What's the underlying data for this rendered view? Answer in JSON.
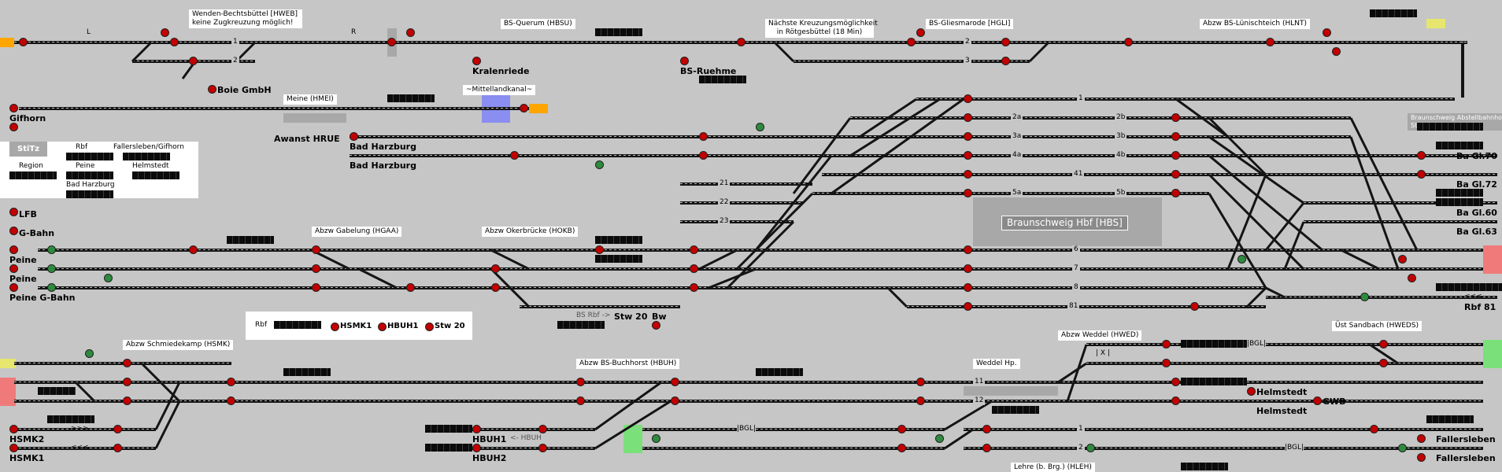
{
  "titles": {
    "hweb": "Wenden-Bechtsbüttel [HWEB]\nkeine Zugkreuzung möglich!",
    "bs_querum": "BS-Querum (HBSU)",
    "kreuzung": "Nächste Kreuzungsmöglichkeit\nin Rötgesbüttel (18 Min)",
    "bs_gliesmarode": "BS-Gliesmarode [HGLI]",
    "lunischteich": "Abzw BS-Lünischteich (HLNT)",
    "meine": "Meine (HMEI)",
    "mittellandkanal": "~Mittellandkanal~",
    "hbf": "Braunschweig Hbf [HBS]",
    "gabelung": "Abzw Gabelung (HGAA)",
    "okerbruecke": "Abzw Okerbrücke (HOKB)",
    "schmiedekamp": "Abzw Schmiedekamp (HSMK)",
    "buchhorst": "Abzw BS-Buchhorst (HBUH)",
    "weddel": "Abzw Weddel (HWED)",
    "sandbach": "Üst Sandbach (HWEDS)",
    "weddel_hp": "Weddel Hp.",
    "lehre": "Lehre (b. Brg.) (HLEH)",
    "bs_bw": "Braunschweig Abstellbahnhof\nStellwerk Bo"
  },
  "stations": {
    "boie": "Boie GmbH",
    "kralenriede": "Kralenriede",
    "bs_ruehme": "BS-Ruehme",
    "gifhorn": "Gifhorn",
    "awanst": "Awanst HRUE",
    "bad_harzburg_1": "Bad Harzburg",
    "bad_harzburg_2": "Bad Harzburg",
    "lfb": "LFB",
    "g_bahn": "G-Bahn",
    "peine_1": "Peine",
    "peine_2": "Peine",
    "peine_g": "Peine G-Bahn",
    "stw20": "Stw 20",
    "bw": "Bw",
    "hsmk2": "HSMK2",
    "hsmk1": "HSMK1",
    "hbuh1": "HBUH1",
    "hbuh2": "HBUH2",
    "helmstedt_1": "Helmstedt",
    "helmstedt_2": "Helmstedt",
    "gwb": "GWB",
    "fallersleben_1": "Fallersleben",
    "fallersleben_2": "Fallersleben",
    "gl70": "Ba Gl.70",
    "gl72": "Ba Gl.72",
    "gl60": "Ba Gl.60",
    "gl63": "Ba Gl.63",
    "rbf81": "Rbf 81"
  },
  "tracks": {
    "t1_top": "1",
    "t2_top": "2",
    "t2_gli": "2",
    "t3_gli": "3",
    "hbf1": "1",
    "hbf2a": "2a",
    "hbf2b": "2b",
    "hbf3a": "3a",
    "hbf3b": "3b",
    "hbf4a": "4a",
    "hbf4b": "4b",
    "hbf41": "41",
    "hbf5a": "5a",
    "hbf5b": "5b",
    "hbf6": "6",
    "hbf7": "7",
    "hbf8": "8",
    "hbf81": "81",
    "t21": "21",
    "t22": "22",
    "t23": "23",
    "t11": "11",
    "t12": "12",
    "l1": "1",
    "l2": "2"
  },
  "markers": {
    "l": "L",
    "r": "R",
    "bs_rbf": "BS Rbf ->",
    "hbuh": "<- HBUH",
    "bgli1": "|BGL|",
    "bgli2": "|BGL|",
    "bgli3": "|BGL|",
    "x": "| X |",
    "arrows_r": ">>>",
    "arrows_l": "<<<",
    "arrows_rbf": "<<<"
  },
  "left_panel": {
    "stitz": "StiTz",
    "rbf": "Rbf",
    "fallersleben": "Fallersleben/Gifhorn",
    "region": "Region",
    "peine": "Peine",
    "helmstedt": "Helmstedt",
    "bad_harzburg": "Bad Harzburg"
  },
  "legend": {
    "rbf": "Rbf",
    "hsmk1": "HSMK1",
    "hbuh1": "HBUH1",
    "stw20": "Stw 20"
  },
  "colors": {
    "background": "#c6c6c6",
    "track": "#141414",
    "signal_red": "#c30000",
    "signal_green": "#2e8b3e",
    "hbf_area": "#a6a6a6",
    "canal": "#8a8ef0",
    "exit_orange": "#ffa500",
    "exit_yellow": "#e6e66e",
    "exit_green": "#7ae07a",
    "exit_red": "#f07a7a"
  }
}
